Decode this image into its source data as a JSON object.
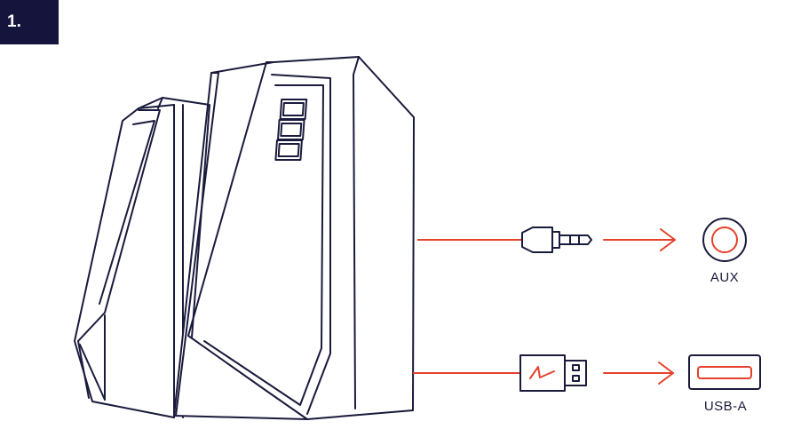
{
  "step": {
    "number": "1."
  },
  "ports": {
    "aux": {
      "label": "AUX"
    },
    "usb": {
      "label": "USB-A"
    }
  },
  "colors": {
    "outline": "#1a1a3c",
    "connection": "#e5412d",
    "badge_background": "#14143c"
  },
  "icons": {
    "speakers": "pc-speaker-pair-icon",
    "aux_plug": "audio-jack-plug-icon",
    "aux_port": "aux-port-icon",
    "usb_plug": "usb-plug-icon",
    "usb_port": "usb-a-port-icon",
    "arrow": "arrow-right-icon"
  }
}
